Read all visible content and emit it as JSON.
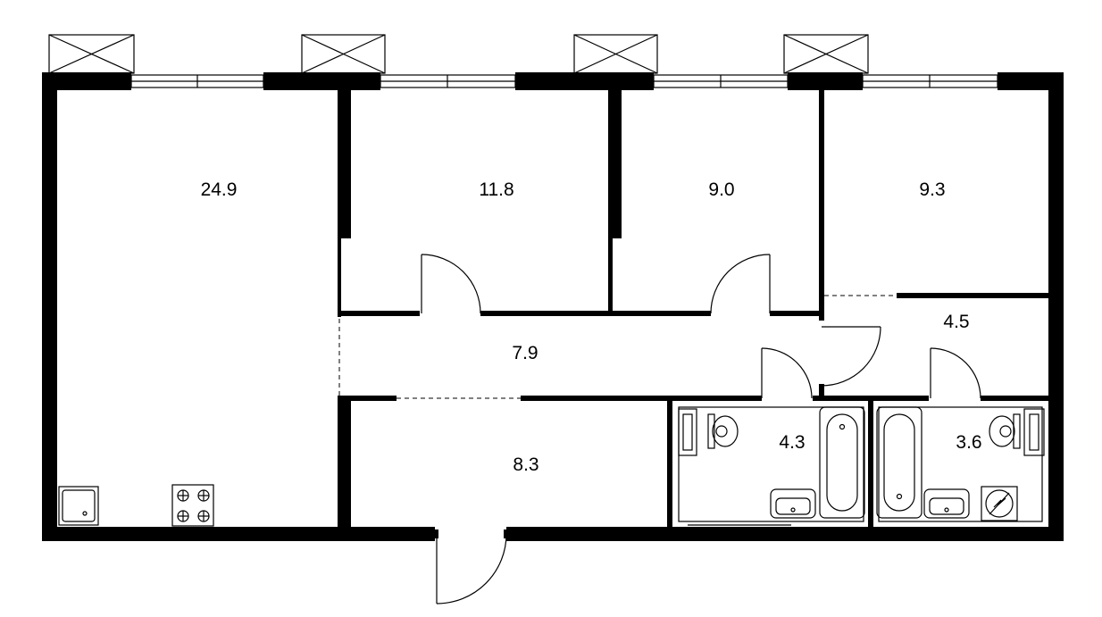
{
  "plan": {
    "wall_color": "#000000",
    "background_color": "#ffffff",
    "rooms": [
      {
        "id": "living-kitchen",
        "area": "24.9"
      },
      {
        "id": "bedroom-1",
        "area": "11.8"
      },
      {
        "id": "bedroom-2",
        "area": "9.0"
      },
      {
        "id": "bedroom-3",
        "area": "9.3"
      },
      {
        "id": "storage",
        "area": "4.5"
      },
      {
        "id": "corridor",
        "area": "7.9"
      },
      {
        "id": "hall",
        "area": "8.3"
      },
      {
        "id": "bathroom-1",
        "area": "4.3"
      },
      {
        "id": "bathroom-2",
        "area": "3.6"
      }
    ],
    "icons": [
      "balcony-icon",
      "window-icon",
      "door-icon",
      "sink-icon",
      "stove-icon",
      "toilet-icon",
      "bathtub-icon",
      "washbasin-icon",
      "washing-machine-icon",
      "radiator-icon"
    ]
  }
}
